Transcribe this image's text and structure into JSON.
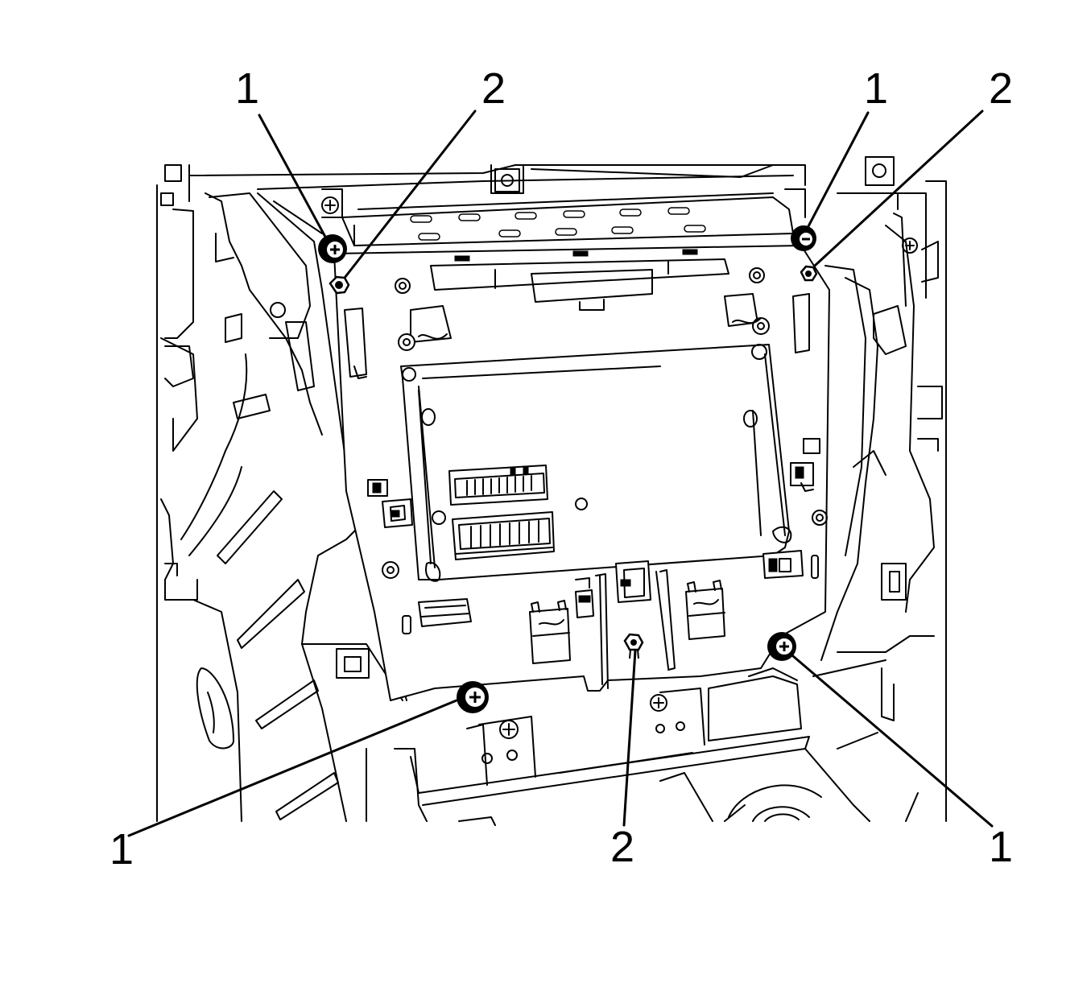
{
  "callouts": {
    "c1": "1",
    "c2": "2",
    "c3": "1",
    "c4": "2",
    "c5": "1",
    "c6": "2",
    "c7": "1"
  },
  "colors": {
    "line": "#000000",
    "background": "#ffffff"
  }
}
